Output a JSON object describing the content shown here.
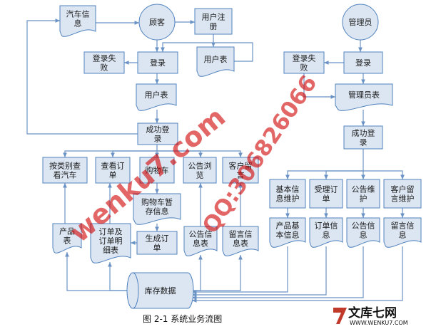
{
  "nodes": {
    "car_info": {
      "type": "doc",
      "lines": [
        "汽车信",
        "息"
      ]
    },
    "customer": {
      "type": "circle",
      "lines": [
        "顾客"
      ]
    },
    "user_register": {
      "type": "rect",
      "lines": [
        "用户注",
        "册"
      ]
    },
    "login_fail_l": {
      "type": "rect",
      "lines": [
        "登录失",
        "败"
      ]
    },
    "login_l": {
      "type": "rect",
      "lines": [
        "登录"
      ]
    },
    "user_table_top": {
      "type": "doc",
      "lines": [
        "用户表"
      ]
    },
    "user_table": {
      "type": "doc",
      "lines": [
        "用户表"
      ]
    },
    "login_ok_l": {
      "type": "rect",
      "lines": [
        "成功登",
        "录"
      ]
    },
    "browse_car": {
      "type": "rect",
      "lines": [
        "按类别查",
        "看汽车"
      ]
    },
    "view_order": {
      "type": "rect",
      "lines": [
        "查看订",
        "单"
      ]
    },
    "cart": {
      "type": "rect",
      "lines": [
        "购物车"
      ]
    },
    "notice_browse": {
      "type": "rect",
      "lines": [
        "公告浏",
        "览"
      ]
    },
    "customer_msg": {
      "type": "rect",
      "lines": [
        "客户留",
        "言"
      ]
    },
    "cart_temp": {
      "type": "doc",
      "lines": [
        "购物车暂",
        "存信息"
      ]
    },
    "gen_order": {
      "type": "rect",
      "lines": [
        "生成订",
        "单"
      ]
    },
    "product_table": {
      "type": "doc",
      "lines": [
        "产品",
        "表"
      ]
    },
    "order_detail": {
      "type": "doc",
      "lines": [
        "订单及",
        "订单明",
        "细表"
      ]
    },
    "notice_table": {
      "type": "doc",
      "lines": [
        "公告信",
        "息表"
      ]
    },
    "msg_table": {
      "type": "doc",
      "lines": [
        "留言信",
        "息表"
      ]
    },
    "stock_db": {
      "type": "cyl",
      "lines": [
        "库存数据"
      ]
    },
    "admin": {
      "type": "circle",
      "lines": [
        "管理员"
      ]
    },
    "login_fail_r": {
      "type": "rect",
      "lines": [
        "登录失",
        "败"
      ]
    },
    "login_r": {
      "type": "rect",
      "lines": [
        "登录"
      ]
    },
    "admin_table": {
      "type": "doc",
      "lines": [
        "管理员表"
      ]
    },
    "login_ok_r": {
      "type": "rect",
      "lines": [
        "成功登",
        "录"
      ]
    },
    "basic_maint": {
      "type": "rect",
      "lines": [
        "基本信",
        "息维护"
      ]
    },
    "accept_order": {
      "type": "rect",
      "lines": [
        "受理订",
        "单"
      ]
    },
    "notice_maint": {
      "type": "rect",
      "lines": [
        "公告维",
        "护"
      ]
    },
    "msg_maint": {
      "type": "rect",
      "lines": [
        "客户留",
        "言维护"
      ]
    },
    "product_basic": {
      "type": "doc",
      "lines": [
        "产品基",
        "本信息"
      ]
    },
    "order_info": {
      "type": "doc",
      "lines": [
        "订单信",
        "息"
      ]
    },
    "notice_info": {
      "type": "doc",
      "lines": [
        "公告信",
        "息"
      ]
    },
    "msg_info": {
      "type": "doc",
      "lines": [
        "留言信",
        "息"
      ]
    }
  },
  "caption": "图 2-1   系统业务流图",
  "watermarks": [
    "wenku7.com",
    "QQ:306826066"
  ],
  "logo": {
    "main": "文库七网",
    "sub": "WWW.WENKU7.COM"
  },
  "colors": {
    "fill": "#dce6f2",
    "stroke": "#4f81bd",
    "edge": "#6a92c4",
    "watermark": "#d00000"
  }
}
